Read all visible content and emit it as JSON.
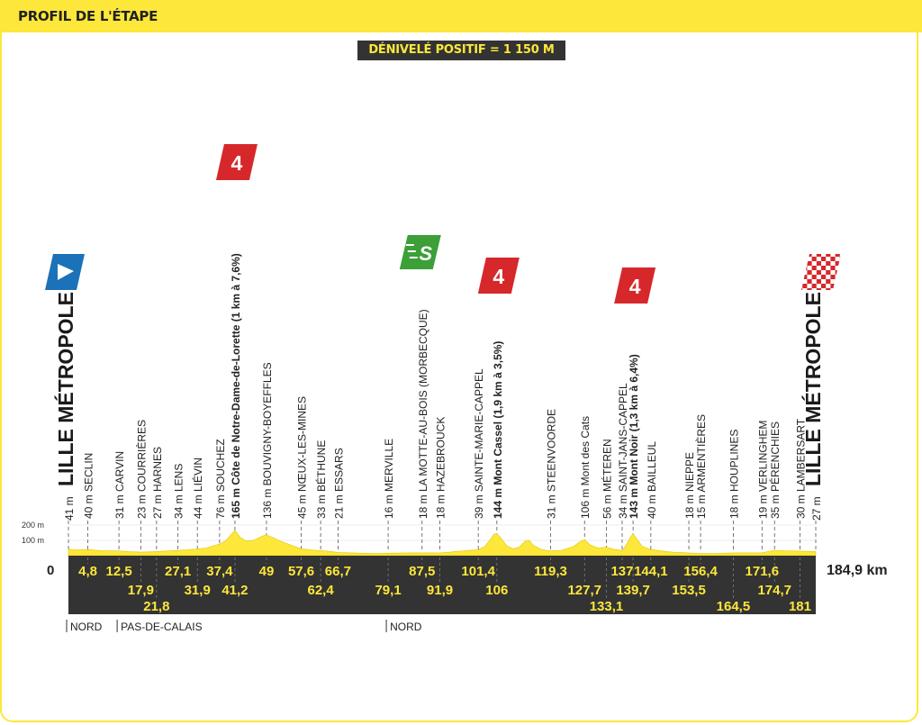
{
  "header": {
    "title": "PROFIL DE L'ÉTAPE"
  },
  "climb_total": "DÉNIVELÉ POSITIF = 1 150 M",
  "colors": {
    "yellow": "#fde73a",
    "dark": "#333333",
    "blue": "#1c72b8",
    "red": "#d6282b",
    "green": "#3c9f38"
  },
  "icons": {
    "start": "start-flag-icon",
    "finish": "finish-flag-icon",
    "sprint": "sprint-icon",
    "climb": "climb-category-icon"
  },
  "chart_data": {
    "type": "area",
    "total_distance_label": "184,9 km",
    "start_km_label": "0",
    "xlim": [
      0,
      184.9
    ],
    "y_ticks": [
      {
        "value": 200,
        "label": "200 m"
      },
      {
        "value": 100,
        "label": "100 m"
      }
    ],
    "start_name": "LILLE MÉTROPOLE",
    "finish_name": "LILLE MÉTROPOLE",
    "start_alt": "41 m",
    "finish_alt": "27 m",
    "profile": [
      [
        0,
        41
      ],
      [
        2,
        38
      ],
      [
        4.8,
        40
      ],
      [
        8,
        33
      ],
      [
        12.5,
        31
      ],
      [
        15,
        26
      ],
      [
        17.9,
        23
      ],
      [
        20,
        25
      ],
      [
        21.8,
        27
      ],
      [
        24,
        30
      ],
      [
        27.1,
        34
      ],
      [
        29,
        38
      ],
      [
        31.9,
        44
      ],
      [
        34,
        50
      ],
      [
        37.4,
        76
      ],
      [
        39,
        100
      ],
      [
        40.3,
        140
      ],
      [
        41.2,
        165
      ],
      [
        42.5,
        120
      ],
      [
        44,
        95
      ],
      [
        46,
        102
      ],
      [
        48,
        128
      ],
      [
        49,
        136
      ],
      [
        50.5,
        120
      ],
      [
        52,
        100
      ],
      [
        55,
        70
      ],
      [
        57.6,
        45
      ],
      [
        60,
        38
      ],
      [
        62.4,
        33
      ],
      [
        64,
        30
      ],
      [
        66.7,
        21
      ],
      [
        70,
        18
      ],
      [
        73,
        16
      ],
      [
        76,
        15
      ],
      [
        79.1,
        16
      ],
      [
        82,
        17
      ],
      [
        85,
        18
      ],
      [
        87.5,
        18
      ],
      [
        90,
        18
      ],
      [
        91.9,
        18
      ],
      [
        94,
        22
      ],
      [
        96,
        28
      ],
      [
        99,
        34
      ],
      [
        101.4,
        39
      ],
      [
        103,
        60
      ],
      [
        104.5,
        110
      ],
      [
        105.3,
        140
      ],
      [
        106,
        144
      ],
      [
        107,
        115
      ],
      [
        108.5,
        65
      ],
      [
        110,
        45
      ],
      [
        111.5,
        55
      ],
      [
        113,
        95
      ],
      [
        114,
        100
      ],
      [
        115,
        68
      ],
      [
        117,
        40
      ],
      [
        119.3,
        31
      ],
      [
        122,
        35
      ],
      [
        125,
        60
      ],
      [
        126.5,
        90
      ],
      [
        127.7,
        106
      ],
      [
        129,
        72
      ],
      [
        131,
        50
      ],
      [
        133.1,
        56
      ],
      [
        135,
        42
      ],
      [
        137,
        34
      ],
      [
        138,
        70
      ],
      [
        139,
        120
      ],
      [
        139.7,
        143
      ],
      [
        140.5,
        115
      ],
      [
        142,
        60
      ],
      [
        144.1,
        40
      ],
      [
        147,
        30
      ],
      [
        150,
        22
      ],
      [
        153.5,
        18
      ],
      [
        156.4,
        15
      ],
      [
        160,
        15
      ],
      [
        164.5,
        18
      ],
      [
        167,
        18
      ],
      [
        171.6,
        19
      ],
      [
        174.7,
        35
      ],
      [
        177,
        32
      ],
      [
        181,
        30
      ],
      [
        183,
        28
      ],
      [
        184.9,
        27
      ]
    ],
    "km_markers": [
      {
        "km": 4.8,
        "label": "4,8",
        "row": 0
      },
      {
        "km": 12.5,
        "label": "12,5",
        "row": 0
      },
      {
        "km": 17.9,
        "label": "17,9",
        "row": 1
      },
      {
        "km": 21.8,
        "label": "21,8",
        "row": 2
      },
      {
        "km": 27.1,
        "label": "27,1",
        "row": 0
      },
      {
        "km": 31.9,
        "label": "31,9",
        "row": 1
      },
      {
        "km": 37.4,
        "label": "37,4",
        "row": 0
      },
      {
        "km": 41.2,
        "label": "41,2",
        "row": 1
      },
      {
        "km": 49,
        "label": "49",
        "row": 0
      },
      {
        "km": 57.6,
        "label": "57,6",
        "row": 0
      },
      {
        "km": 62.4,
        "label": "62,4",
        "row": 1
      },
      {
        "km": 66.7,
        "label": "66,7",
        "row": 0
      },
      {
        "km": 79.1,
        "label": "79,1",
        "row": 1
      },
      {
        "km": 87.5,
        "label": "87,5",
        "row": 0
      },
      {
        "km": 91.9,
        "label": "91,9",
        "row": 1
      },
      {
        "km": 101.4,
        "label": "101,4",
        "row": 0
      },
      {
        "km": 106,
        "label": "106",
        "row": 1
      },
      {
        "km": 119.3,
        "label": "119,3",
        "row": 0
      },
      {
        "km": 127.7,
        "label": "127,7",
        "row": 1
      },
      {
        "km": 133.1,
        "label": "133,1",
        "row": 2
      },
      {
        "km": 137,
        "label": "137",
        "row": 0
      },
      {
        "km": 139.7,
        "label": "139,7",
        "row": 1
      },
      {
        "km": 144.1,
        "label": "144,1",
        "row": 0
      },
      {
        "km": 153.5,
        "label": "153,5",
        "row": 1
      },
      {
        "km": 156.4,
        "label": "156,4",
        "row": 0
      },
      {
        "km": 164.5,
        "label": "164,5",
        "row": 2
      },
      {
        "km": 171.6,
        "label": "171,6",
        "row": 0
      },
      {
        "km": 174.7,
        "label": "174,7",
        "row": 1
      },
      {
        "km": 181,
        "label": "181",
        "row": 2
      }
    ],
    "places": [
      {
        "km": 4.8,
        "label": "40 m SECLIN"
      },
      {
        "km": 12.5,
        "label": "31 m CARVIN"
      },
      {
        "km": 17.9,
        "label": "23 m COURRIÈRES"
      },
      {
        "km": 21.8,
        "label": "27 m HARNES"
      },
      {
        "km": 27.1,
        "label": "34 m LENS"
      },
      {
        "km": 31.9,
        "label": "44 m LIÉVIN"
      },
      {
        "km": 37.4,
        "label": "76 m SOUCHEZ"
      },
      {
        "km": 41.2,
        "label": "165 m Côte de Notre-Dame-de-Lorette (1 km à 7,6%)",
        "climb": true
      },
      {
        "km": 49,
        "label": "136 m BOUVIGNY-BOYEFFLES"
      },
      {
        "km": 57.6,
        "label": "45 m NŒUX-LES-MINES"
      },
      {
        "km": 62.4,
        "label": "33 m BÉTHUNE"
      },
      {
        "km": 66.7,
        "label": "21 m ESSARS"
      },
      {
        "km": 79.1,
        "label": "16 m MERVILLE"
      },
      {
        "km": 87.5,
        "label": "18 m LA MOTTE-AU-BOIS (MORBECQUE)"
      },
      {
        "km": 91.9,
        "label": "18 m HAZEBROUCK"
      },
      {
        "km": 101.4,
        "label": "39 m SAINTE-MARIE-CAPPEL"
      },
      {
        "km": 106,
        "label": "144 m Mont Cassel (1,9 km à 3,5%)",
        "climb": true
      },
      {
        "km": 119.3,
        "label": "31 m STEENVOORDE"
      },
      {
        "km": 127.7,
        "label": "106 m Mont des Cats"
      },
      {
        "km": 133.1,
        "label": "56 m MÉTEREN"
      },
      {
        "km": 137,
        "label": "34 m SAINT-JANS-CAPPEL"
      },
      {
        "km": 139.7,
        "label": "143 m Mont Noir (1,3 km à 6,4%)",
        "climb": true
      },
      {
        "km": 144.1,
        "label": "40 m BAILLEUL"
      },
      {
        "km": 153.5,
        "label": "18 m NIEPPE"
      },
      {
        "km": 156.4,
        "label": "15 m ARMENTIÈRES"
      },
      {
        "km": 164.5,
        "label": "18 m HOUPLINES"
      },
      {
        "km": 171.6,
        "label": "19 m VERLINGHEM"
      },
      {
        "km": 174.7,
        "label": "35 m PÉRENCHIES"
      },
      {
        "km": 181,
        "label": "30 m LAMBERSART"
      }
    ],
    "climb_badges": [
      {
        "km": 41.2,
        "label": "4"
      },
      {
        "km": 106,
        "label": "4"
      },
      {
        "km": 139.7,
        "label": "4"
      }
    ],
    "sprint": {
      "km": 87.5,
      "label": "S"
    },
    "regions": [
      {
        "km": 0,
        "label": "NORD"
      },
      {
        "km": 12.5,
        "label": "PAS-DE-CALAIS"
      },
      {
        "km": 79.1,
        "label": "NORD"
      }
    ]
  }
}
